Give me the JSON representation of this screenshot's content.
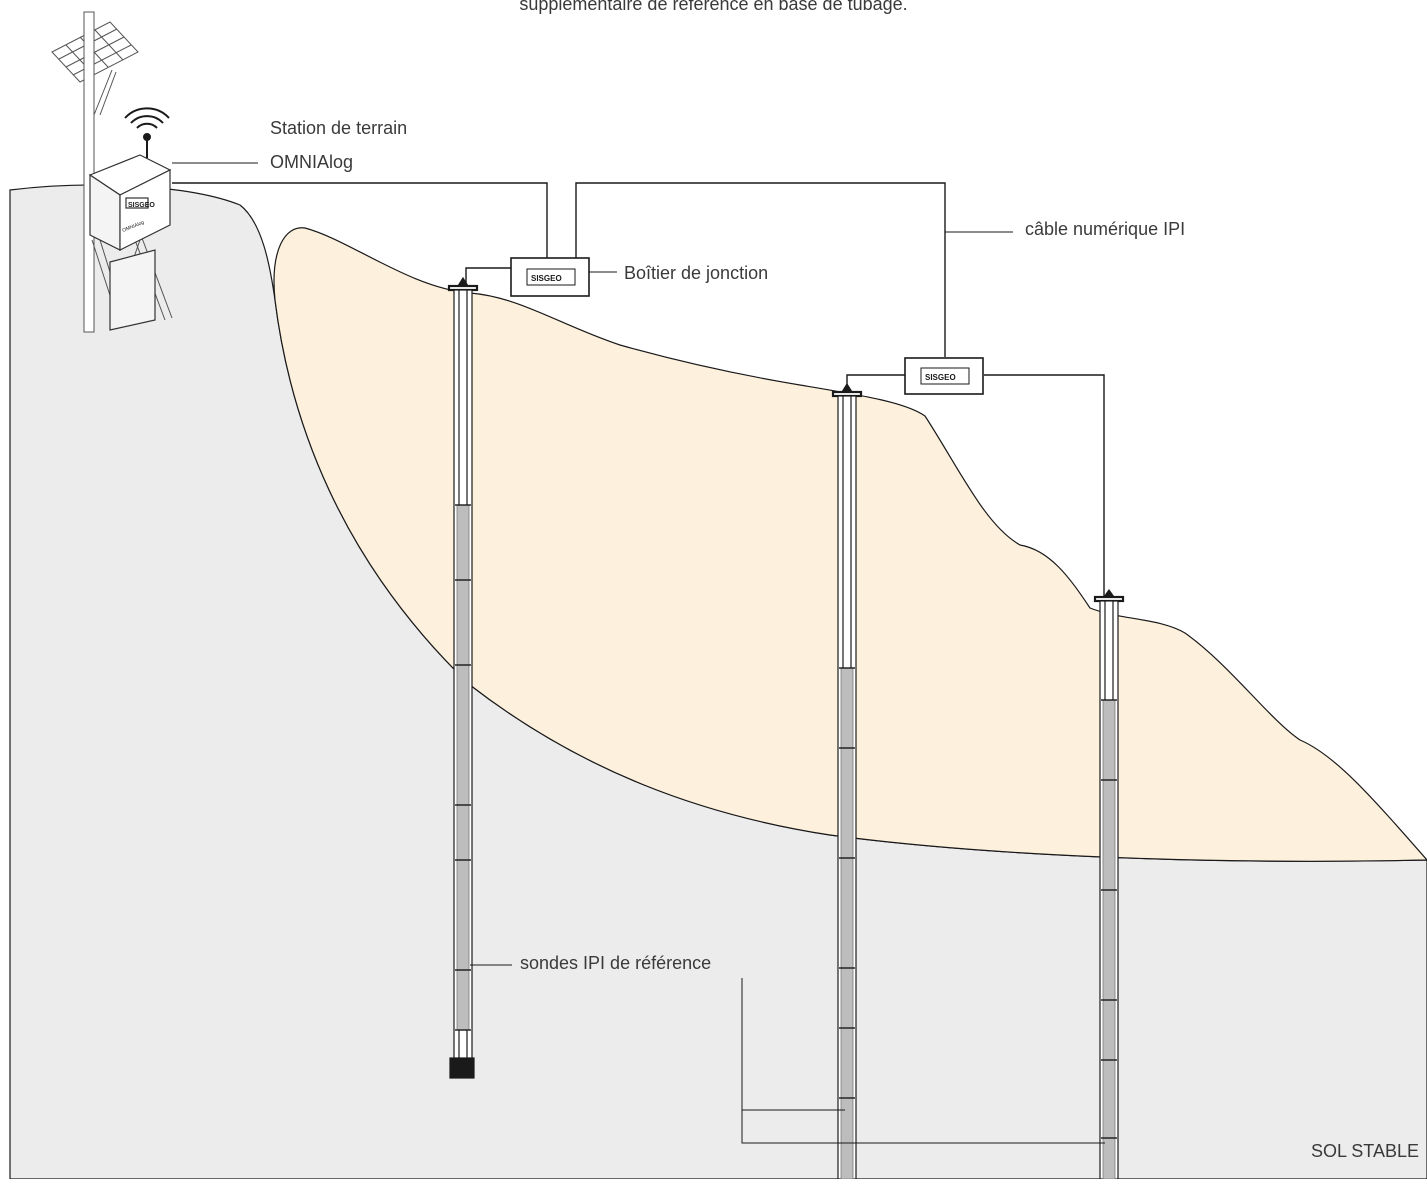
{
  "caption": "supplémentaire de référence en base de tubage.",
  "labels": {
    "station_line1": "Station de terrain",
    "station_line2": "OMNIAlog",
    "junction_box": "Boîtier de jonction",
    "cable": "câble numérique IPI",
    "reference_probes": "sondes IPI de référence",
    "stable_ground": "SOL STABLE"
  },
  "branding": {
    "logo": "SISGEO",
    "station_plate": "OMNIAlog"
  },
  "colors": {
    "stable_ground": "#ececec",
    "moving_layer": "#fdf0dc",
    "line": "#1a1a1a",
    "probe": "#bdbdbd",
    "text": "#3a3a3a"
  },
  "icons": [
    "solar-panel-icon",
    "antenna-signal-icon",
    "logger-enclosure-icon",
    "junction-box-icon",
    "borehole-casing-icon",
    "ipi-probe-icon"
  ]
}
